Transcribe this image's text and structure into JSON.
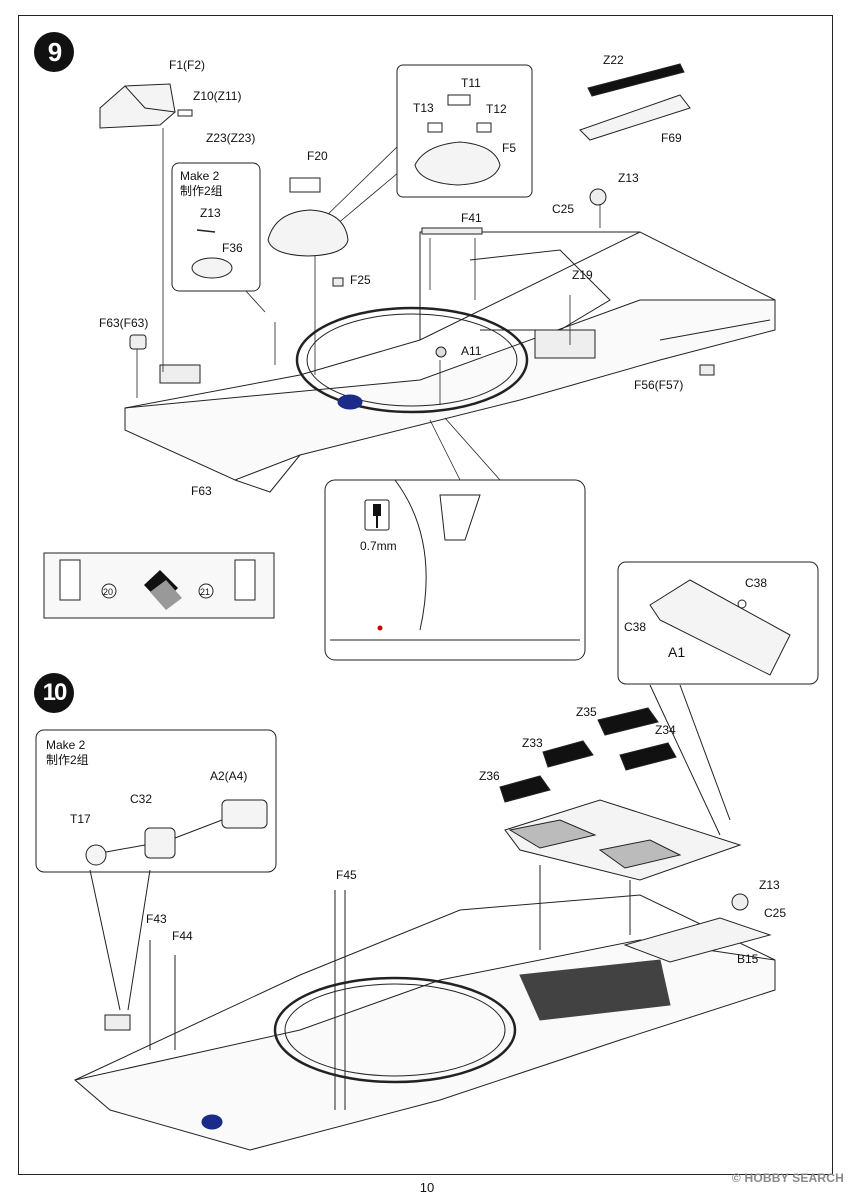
{
  "steps": {
    "s9": "9",
    "s10": "10"
  },
  "step9": {
    "labels": {
      "f1": "F1(F2)",
      "z10": "Z10(Z11)",
      "z23": "Z23(Z23)",
      "f20": "F20",
      "t11": "T11",
      "t13": "T13",
      "t12": "T12",
      "f5": "F5",
      "z22": "Z22",
      "f69": "F69",
      "z13": "Z13",
      "c25": "C25",
      "f41": "F41",
      "f25": "F25",
      "z19": "Z19",
      "a11": "A11",
      "f63a": "F63(F63)",
      "f63b": "F63",
      "f56": "F56(F57)",
      "box_z13": "Z13",
      "box_f36": "F36"
    },
    "make_note": {
      "en": "Make 2",
      "zh": "制作2组"
    },
    "drill": "0.7mm",
    "decals": {
      "left": "20",
      "right": "21"
    }
  },
  "step10": {
    "labels": {
      "z35": "Z35",
      "z33": "Z33",
      "z34": "Z34",
      "z36": "Z36",
      "c38a": "C38",
      "c38b": "C38",
      "a1": "A1",
      "a2": "A2(A4)",
      "c32": "C32",
      "t17": "T17",
      "f45": "F45",
      "f43": "F43",
      "f44": "F44",
      "z13": "Z13",
      "c25": "C25",
      "b15": "B15"
    },
    "make_note": {
      "en": "Make 2",
      "zh": "制作2组"
    }
  },
  "page_number": "10",
  "watermark": {
    "brand": "HOBBY SEARCH",
    "mark": "©"
  },
  "icons": [
    "drill-icon",
    "decal-swatch-icon"
  ]
}
